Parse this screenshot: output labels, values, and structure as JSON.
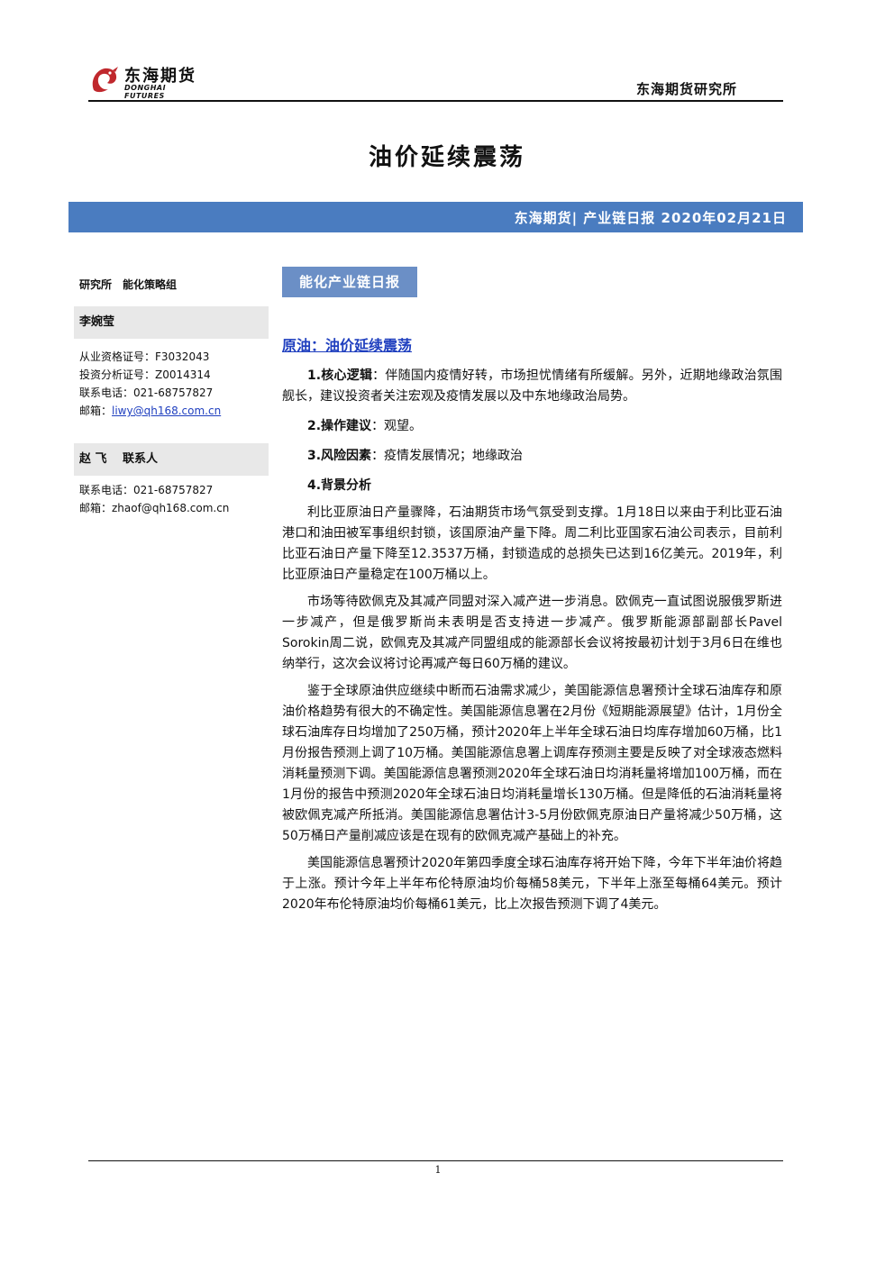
{
  "header": {
    "logo_cn": "东海期货",
    "logo_en": "DONGHAI FUTURES",
    "institute": "东海期货研究所"
  },
  "title": "油价延续震荡",
  "banner": "东海期货| 产业链日报 2020年02月21日",
  "sidebar": {
    "dept": "研究所　能化策略组",
    "analyst1": {
      "name": "李婉莹",
      "cert1": "从业资格证号：F3032043",
      "cert2": "投资分析证号：Z0014314",
      "phone": "联系电话：021-68757827",
      "email_label": "邮箱：",
      "email": "liwy@qh168.com.cn"
    },
    "analyst2": {
      "name": "赵 飞　 联系人",
      "phone": "联系电话：021-68757827",
      "email": "邮箱：zhaof@qh168.com.cn"
    }
  },
  "main": {
    "section_tag": "能化产业链日报",
    "headline": "原油：油价延续震荡",
    "items": [
      {
        "label": "1.核心逻辑",
        "text": "：伴随国内疫情好转，市场担忧情绪有所缓解。另外，近期地缘政治氛围舰长，建议投资者关注宏观及疫情发展以及中东地缘政治局势。"
      },
      {
        "label": "2.操作建议",
        "text": "：观望。"
      },
      {
        "label": "3.风险因素",
        "text": "：疫情发展情况；地缘政治"
      },
      {
        "label": "4.背景分析",
        "text": ""
      }
    ],
    "paragraphs": [
      "利比亚原油日产量骤降，石油期货市场气氛受到支撑。1月18日以来由于利比亚石油港口和油田被军事组织封锁，该国原油产量下降。周二利比亚国家石油公司表示，目前利比亚石油日产量下降至12.3537万桶，封锁造成的总损失已达到16亿美元。2019年，利比亚原油日产量稳定在100万桶以上。",
      "市场等待欧佩克及其减产同盟对深入减产进一步消息。欧佩克一直试图说服俄罗斯进一步减产，但是俄罗斯尚未表明是否支持进一步减产。俄罗斯能源部副部长Pavel Sorokin周二说，欧佩克及其减产同盟组成的能源部长会议将按最初计划于3月6日在维也纳举行，这次会议将讨论再减产每日60万桶的建议。",
      "鉴于全球原油供应继续中断而石油需求减少，美国能源信息署预计全球石油库存和原油价格趋势有很大的不确定性。美国能源信息署在2月份《短期能源展望》估计，1月份全球石油库存日均增加了250万桶，预计2020年上半年全球石油日均库存增加60万桶，比1月份报告预测上调了10万桶。美国能源信息署上调库存预测主要是反映了对全球液态燃料消耗量预测下调。美国能源信息署预测2020年全球石油日均消耗量将增加100万桶，而在1月份的报告中预测2020年全球石油日均消耗量增长130万桶。但是降低的石油消耗量将被欧佩克减产所抵消。美国能源信息署估计3-5月份欧佩克原油日产量将减少50万桶，这50万桶日产量削减应该是在现有的欧佩克减产基础上的补充。",
      "美国能源信息署预计2020年第四季度全球石油库存将开始下降，今年下半年油价将趋于上涨。预计今年上半年布伦特原油均价每桶58美元，下半年上涨至每桶64美元。预计2020年布伦特原油均价每桶61美元，比上次报告预测下调了4美元。"
    ]
  },
  "footer": {
    "page": "1"
  },
  "colors": {
    "banner": "#4a7cc0",
    "section_tag": "#6b8fc6",
    "link": "#1f3fbf",
    "logo_red": "#c0282d"
  }
}
